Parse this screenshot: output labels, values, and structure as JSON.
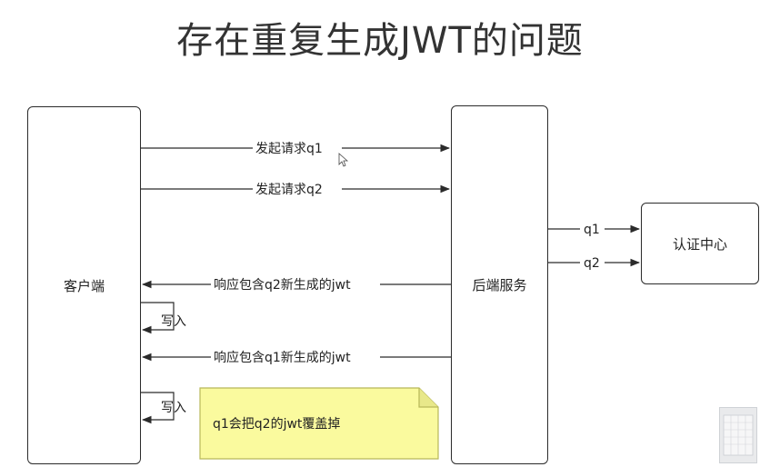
{
  "title": "存在重复生成JWT的问题",
  "nodes": {
    "client": "客户端",
    "backend": "后端服务",
    "auth": "认证中心"
  },
  "messages": {
    "req1": "发起请求q1",
    "req2": "发起请求q2",
    "resp_q2": "响应包含q2新生成的jwt",
    "resp_q1": "响应包含q1新生成的jwt",
    "auth_q1": "q1",
    "auth_q2": "q2",
    "write1": "写入",
    "write2": "写入"
  },
  "note": "q1会把q2的jwt覆盖掉",
  "colors": {
    "note_fill": "#fafa9e",
    "note_border": "#b8b85a",
    "line": "#2b2b2b"
  },
  "icons": [
    "cursor-icon",
    "thumbnail-preview"
  ]
}
